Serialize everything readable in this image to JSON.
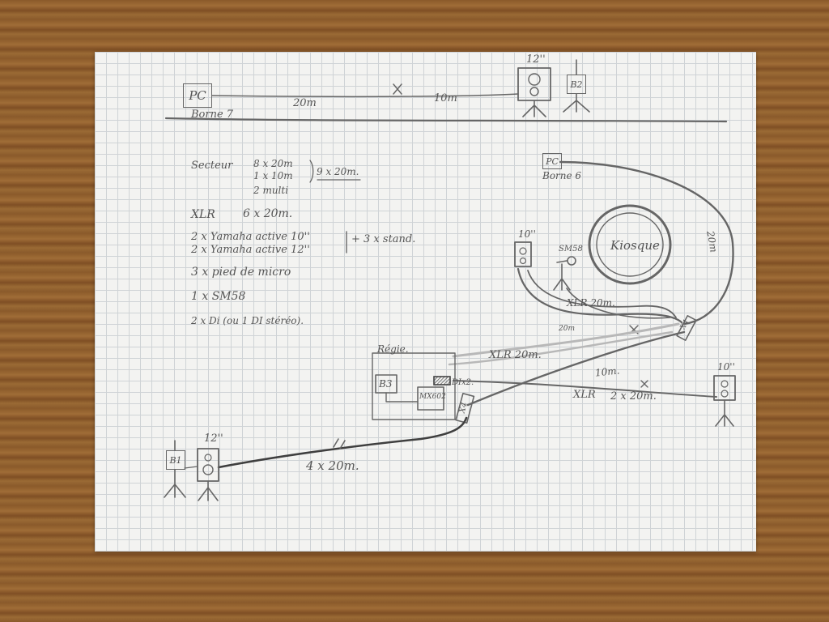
{
  "top_row": {
    "pc_box": "PC",
    "borne7": "Borne 7",
    "dist_20m": "20m",
    "dist_10m": "10m",
    "speaker_size": "12''",
    "b2": "B2"
  },
  "right_power": {
    "pc_box": "PC",
    "borne6": "Borne 6",
    "dist_20m": "20m"
  },
  "inventory": {
    "secteur_label": "Secteur",
    "secteur_line1": "8 x 20m",
    "secteur_line2": "1 x 10m",
    "secteur_total": "9 x 20m.",
    "secteur_line3": "2 multi",
    "xlr_label": "XLR",
    "xlr_value": "6 x 20m.",
    "yamaha_10": "2 x Yamaha active 10''",
    "yamaha_12": "2 x Yamaha active 12''",
    "stand_note": "+ 3 x stand.",
    "pied_micro": "3 x pied de micro",
    "sm58_count": "1 x SM58",
    "di_note": "2 x Di (ou 1 DI stéréo)."
  },
  "stage": {
    "kiosque": "Kiosque",
    "speaker_10_left": "10''",
    "sm58": "SM58",
    "xlr_20m_upper": "XLR 20m.",
    "dist_20m_small": "20m",
    "x4_right": "X4"
  },
  "regie": {
    "title": "Régie.",
    "b3": "B3",
    "mixer": "MX602",
    "di_x2": "DIx2.",
    "x4_box": "X4",
    "xlr_20m_mid": "XLR 20m.",
    "dist_10m": "10m."
  },
  "right_speaker": {
    "size": "10''",
    "xlr_label": "XLR",
    "xlr_value": "2 x 20m."
  },
  "bottom_left": {
    "b1": "B1",
    "speaker_size": "12''",
    "run_label": "4 x 20m."
  },
  "colors": {
    "paper": "#f3f3f1",
    "grid": "#cfd3d6",
    "pencil": "#666666",
    "wood": "#8a5a2b"
  }
}
